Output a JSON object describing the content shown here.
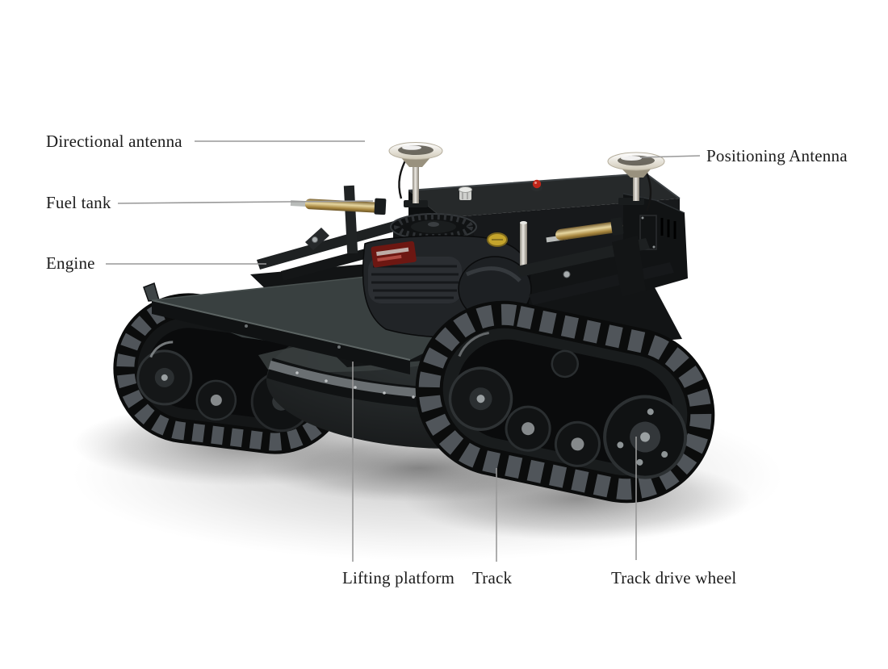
{
  "diagram": {
    "kind": "labeled-product-diagram",
    "subject": "Tracked remote-control robot lawn mower with GPS antennas",
    "background": "#ffffff",
    "labels": [
      {
        "id": "directional-antenna",
        "text": "Directional antenna"
      },
      {
        "id": "fuel-tank",
        "text": "Fuel tank"
      },
      {
        "id": "engine",
        "text": "Engine"
      },
      {
        "id": "positioning-antenna",
        "text": "Positioning Antenna"
      },
      {
        "id": "lifting-platform",
        "text": "Lifting platform"
      },
      {
        "id": "track",
        "text": "Track"
      },
      {
        "id": "track-drive-wheel",
        "text": "Track drive wheel"
      }
    ],
    "colors": {
      "label_text": "#1c1c1c",
      "leader_line": "#999999",
      "machine_black": "#1b1e1f",
      "platform_top": "#394040",
      "track_lug_gray": "#50555a",
      "antenna_dish_white": "#f4f2ec",
      "antenna_mast_silver": "#cdc9c0",
      "brass_cylinder": "#b3924e",
      "oil_cap_yellow": "#c4a42c",
      "stop_button_red": "#c0261a",
      "engine_badge_red": "#6d1712",
      "deck_rim_metal": "#6a6f72"
    }
  }
}
